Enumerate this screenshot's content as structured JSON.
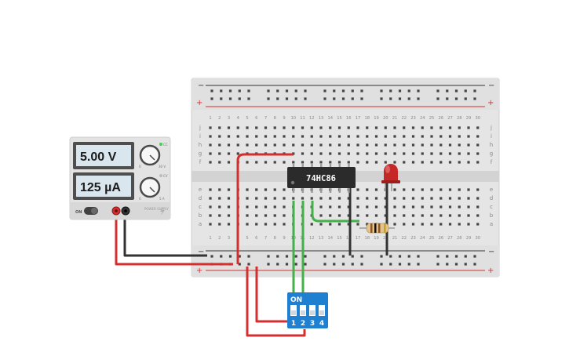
{
  "power_supply": {
    "voltage_display": "5.00 V",
    "current_display": "125 µA",
    "voltage_knob_min": "0",
    "voltage_knob_max": "30 V",
    "current_knob_min": "0",
    "current_knob_max": "5 A",
    "cc_label": "CC",
    "cv_label": "CV",
    "on_label": "ON",
    "brand_label": "POWER SUPPLY"
  },
  "breadboard": {
    "row_letters_top": [
      "j",
      "i",
      "h",
      "g",
      "f"
    ],
    "row_letters_bottom": [
      "e",
      "d",
      "c",
      "b",
      "a"
    ],
    "column_numbers": [
      "1",
      "2",
      "3",
      "4",
      "5",
      "6",
      "7",
      "8",
      "9",
      "10",
      "11",
      "12",
      "13",
      "14",
      "15",
      "16",
      "17",
      "18",
      "19",
      "20",
      "21",
      "22",
      "23",
      "24",
      "25",
      "26",
      "27",
      "28",
      "29",
      "30"
    ],
    "rail_minus": "−",
    "rail_plus": "+"
  },
  "ic_chip": {
    "label": "74HC86"
  },
  "dip_switch": {
    "on_label": "ON",
    "switch_numbers": [
      "1",
      "2",
      "3",
      "4"
    ]
  },
  "colors": {
    "wire_red": "#d32f2f",
    "wire_green": "#43b049",
    "wire_black": "#333333",
    "dip_blue": "#1f7fd1",
    "led_red": "#c62828"
  }
}
